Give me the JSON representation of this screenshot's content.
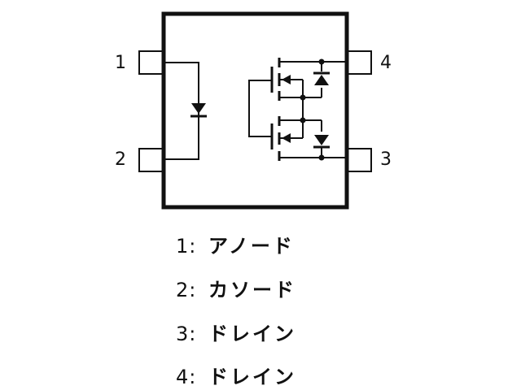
{
  "pins": [
    {
      "number": "1",
      "name": "アノード"
    },
    {
      "number": "2",
      "name": "カソード"
    },
    {
      "number": "3",
      "name": "ドレイン"
    },
    {
      "number": "4",
      "name": "ドレイン"
    }
  ],
  "legend": {
    "items": [
      {
        "number": "1:",
        "name": "アノード"
      },
      {
        "number": "2:",
        "name": "カソード"
      },
      {
        "number": "3:",
        "name": "ドレイン"
      },
      {
        "number": "4:",
        "name": "ドレイン"
      }
    ]
  },
  "colors": {
    "stroke": "#111111",
    "background": "#ffffff"
  }
}
